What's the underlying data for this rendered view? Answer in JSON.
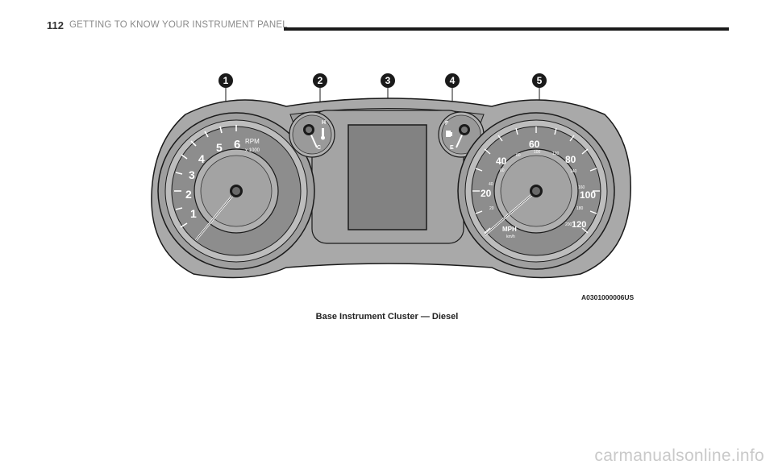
{
  "header": {
    "page_number": "112",
    "chapter_title": "GETTING TO KNOW YOUR INSTRUMENT PANEL"
  },
  "figure": {
    "callouts": [
      "1",
      "2",
      "3",
      "4",
      "5"
    ],
    "tachometer": {
      "unit": "RPM",
      "multiplier": "x 1000",
      "labels": [
        "1",
        "2",
        "3",
        "4",
        "5",
        "6"
      ]
    },
    "temp_gauge": {
      "hot": "H",
      "cold": "C"
    },
    "fuel_gauge": {
      "full": "F",
      "empty": "E"
    },
    "speedometer": {
      "unit": "MPH",
      "sub_unit": "km/h",
      "major_labels": [
        "20",
        "40",
        "60",
        "80",
        "100",
        "120"
      ],
      "minor_labels": [
        "20",
        "40",
        "60",
        "80",
        "100",
        "120",
        "140",
        "160",
        "180",
        "200"
      ]
    },
    "code": "A0301000006US"
  },
  "caption": "Base Instrument Cluster — Diesel",
  "watermark": "carmanualsonline.info",
  "colors": {
    "cluster_gray": "#a9a9a9",
    "dial_face": "#8d8d8d",
    "outline": "#1a1a1a",
    "display": "#828282"
  }
}
